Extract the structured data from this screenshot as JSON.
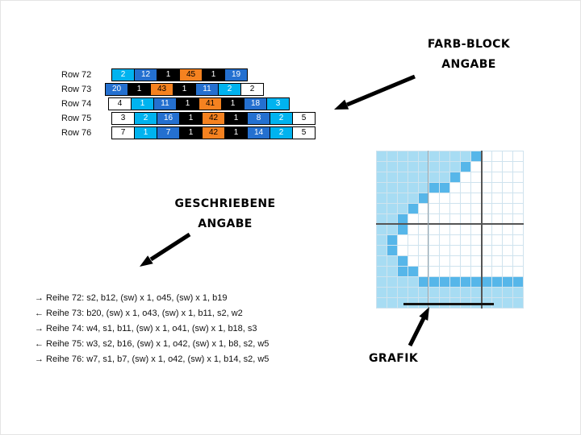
{
  "annotations": {
    "farb_block_line1": "FARB-BLOCK",
    "farb_block_line2": "ANGABE",
    "geschriebene_line1": "GESCHRIEBENE",
    "geschriebene_line2": "ANGABE",
    "grafik": "GRAFIK"
  },
  "cell_colors": {
    "s": {
      "bg": "#00b3ef",
      "fg": "#ffffff"
    },
    "b": {
      "bg": "#2470d0",
      "fg": "#ffffff"
    },
    "o": {
      "bg": "#f58220",
      "fg": "#000000"
    },
    "sw": {
      "bg": "#000000",
      "fg": "#ffffff"
    },
    "w": {
      "bg": "#ffffff",
      "fg": "#000000"
    }
  },
  "rows": [
    {
      "label": "Row 72",
      "offset": 8,
      "cells": [
        [
          "s",
          "2"
        ],
        [
          "b",
          "12"
        ],
        [
          "sw",
          "1"
        ],
        [
          "o",
          "45"
        ],
        [
          "sw",
          "1"
        ],
        [
          "b",
          "19"
        ]
      ]
    },
    {
      "label": "Row 73",
      "offset": 0,
      "cells": [
        [
          "b",
          "20"
        ],
        [
          "sw",
          "1"
        ],
        [
          "o",
          "43"
        ],
        [
          "sw",
          "1"
        ],
        [
          "b",
          "11"
        ],
        [
          "s",
          "2"
        ],
        [
          "w",
          "2"
        ]
      ]
    },
    {
      "label": "Row 74",
      "offset": 4,
      "cells": [
        [
          "w",
          "4"
        ],
        [
          "s",
          "1"
        ],
        [
          "b",
          "11"
        ],
        [
          "sw",
          "1"
        ],
        [
          "o",
          "41"
        ],
        [
          "sw",
          "1"
        ],
        [
          "b",
          "18"
        ],
        [
          "s",
          "3"
        ]
      ]
    },
    {
      "label": "Row 75",
      "offset": 8,
      "cells": [
        [
          "w",
          "3"
        ],
        [
          "s",
          "2"
        ],
        [
          "b",
          "16"
        ],
        [
          "sw",
          "1"
        ],
        [
          "o",
          "42"
        ],
        [
          "sw",
          "1"
        ],
        [
          "b",
          "8"
        ],
        [
          "s",
          "2"
        ],
        [
          "w",
          "5"
        ]
      ]
    },
    {
      "label": "Row 76",
      "offset": 8,
      "cells": [
        [
          "w",
          "7"
        ],
        [
          "s",
          "1"
        ],
        [
          "b",
          "7"
        ],
        [
          "sw",
          "1"
        ],
        [
          "o",
          "42"
        ],
        [
          "sw",
          "1"
        ],
        [
          "b",
          "14"
        ],
        [
          "s",
          "2"
        ],
        [
          "w",
          "5"
        ]
      ]
    }
  ],
  "written": [
    "→ Reihe 72: s2, b12, (sw) x 1, o45, (sw) x 1, b19",
    "← Reihe 73: b20, (sw) x 1, o43, (sw) x 1, b11, s2, w2",
    "→ Reihe 74: w4, s1, b11, (sw) x 1, o41, (sw) x 1, b18, s3",
    "← Reihe 75: w3, s2, b16, (sw) x 1, o42, (sw) x 1, b8, s2, w5",
    "→ Reihe 76: w7, s1, b7, (sw) x 1, o42, (sw) x 1, b14, s2, w5"
  ],
  "grid": {
    "cols": 14,
    "colors": {
      "L": "#a7dcf3",
      "M": "#56b6e9",
      "W": "#ffffff"
    },
    "rows": [
      "LLLLLLLLLMWWWW",
      "LLLLLLLLMWWWWW",
      "LLLLLLLMWWWWWW",
      "LLLLLMMWWWWWWW",
      "LLLLMWWWWWWWWW",
      "LLLMWWWWWWWWWW",
      "LLMWWWWWWWWWWW",
      "LLMWWWWWWWWWWW",
      "LMWWWWWWWWWWWW",
      "LMWWWWWWWWWWWW",
      "LLMWWWWWWWWWWW",
      "LLMMWWWWWWWWWW",
      "LLLLMMMMMMMMMM",
      "LLLLLLLLLLLLLL",
      "LLLLLLLLLLLLLL"
    ]
  }
}
